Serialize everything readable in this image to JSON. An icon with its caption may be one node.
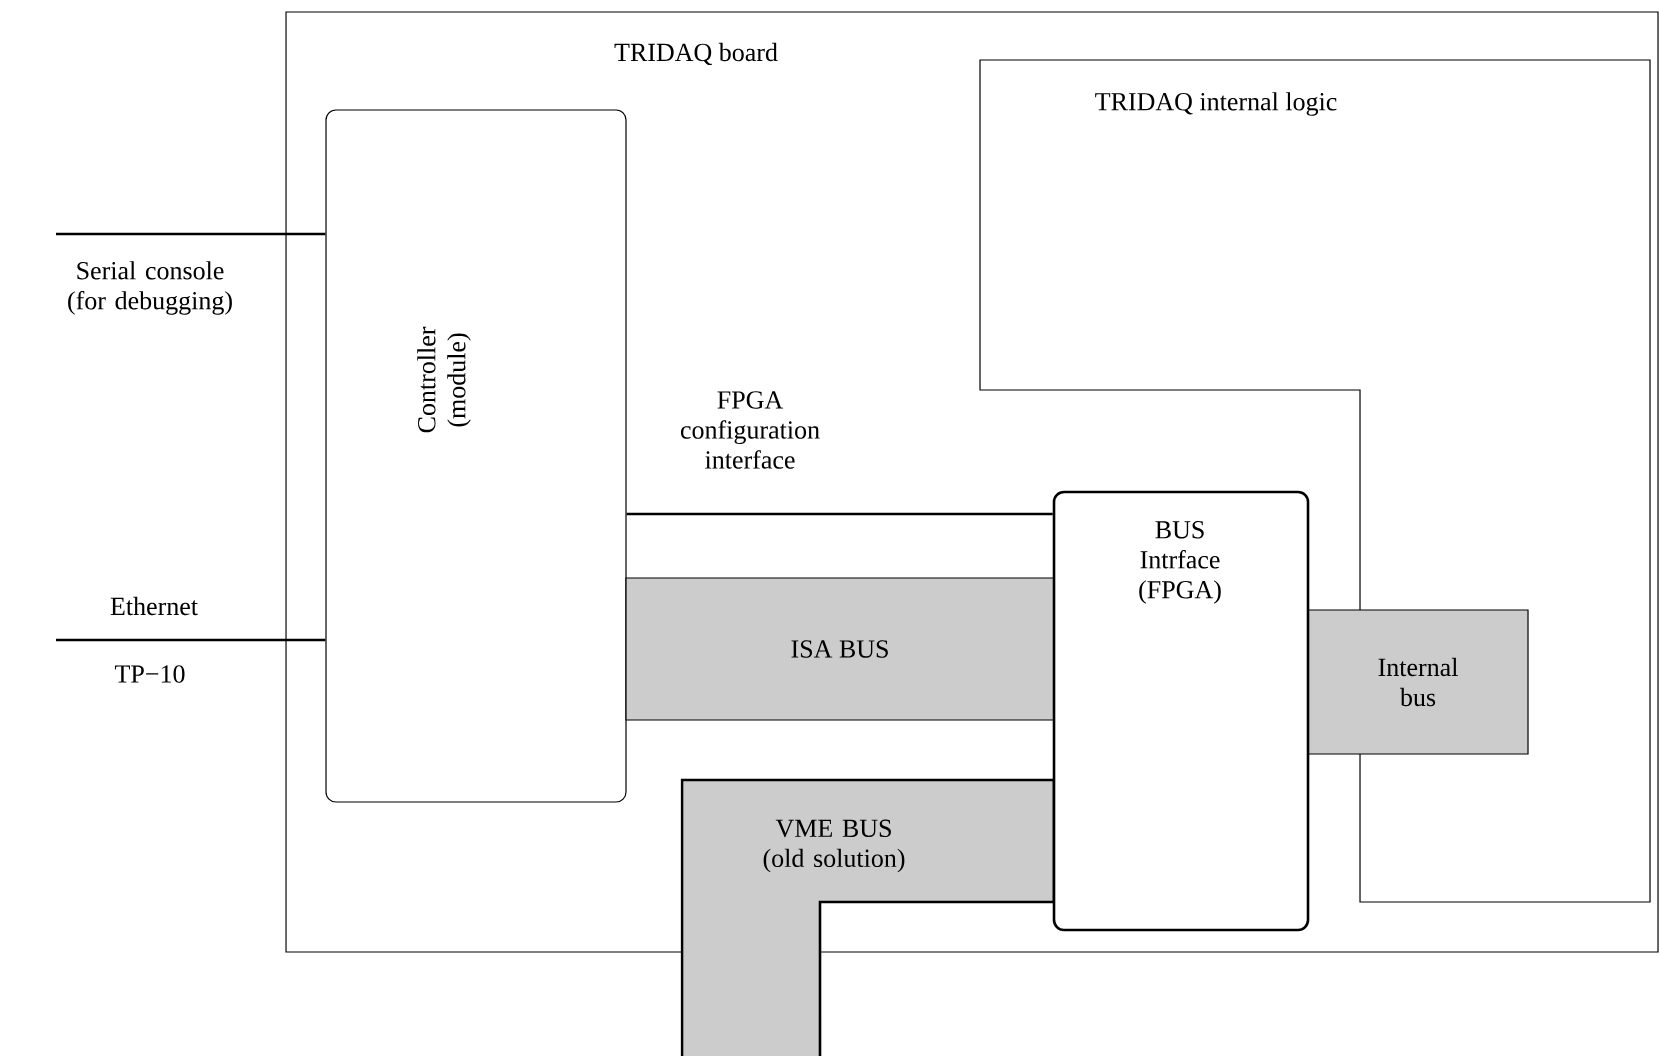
{
  "diagram": {
    "nodes": [
      {
        "text": [
          "TRIDAQ board"
        ]
      },
      {
        "text": [
          "TRIDAQ internal logic"
        ],
        "in": 0
      },
      {
        "text": [
          "Controller (module)"
        ],
        "in": 0
      },
      {
        "text": [
          "BUS Intrface (FPGA)"
        ],
        "in": 0
      },
      {
        "text": [
          "ISA BUS"
        ],
        "in": 0
      },
      {
        "text": [
          "Internal bus"
        ],
        "in": 1
      },
      {
        "text": [
          "VME BUS (old solution)"
        ]
      }
    ],
    "edges": [
      {
        "from": null,
        "to": 2,
        "arrow": "none",
        "label": "Serial console (for debugging)"
      },
      {
        "from": null,
        "to": 2,
        "arrow": "none",
        "label": "Ethernet"
      },
      {
        "from": 2,
        "to": 3,
        "arrow": "none",
        "label": "FPGA configuration interface"
      }
    ],
    "labels": [
      "TP−10"
    ]
  }
}
